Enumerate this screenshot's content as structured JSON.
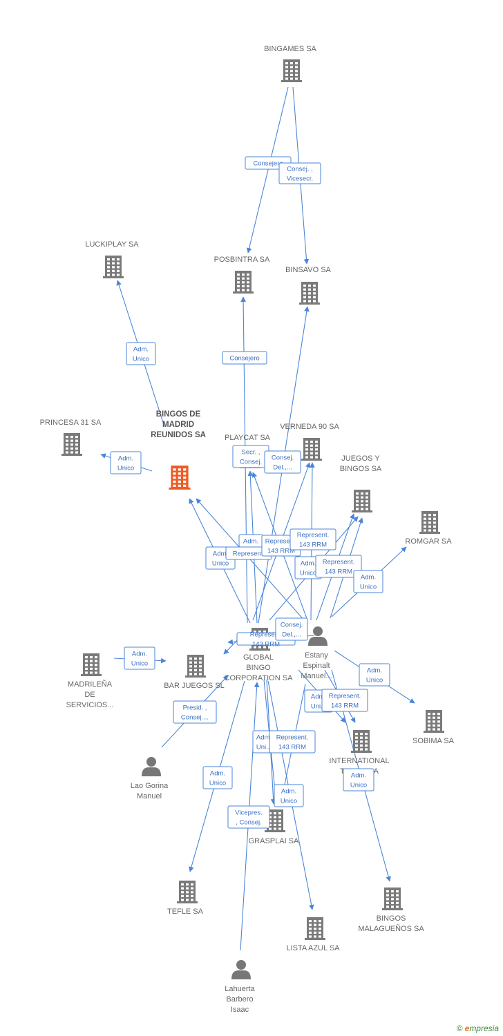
{
  "colors": {
    "edge": "#4a86d8",
    "building": "#7a7a7a",
    "main_building": "#f05a24",
    "person": "#777777"
  },
  "nodes": [
    {
      "id": "bingames",
      "type": "company",
      "label": [
        "BINGAMES SA"
      ]
    },
    {
      "id": "luckiplay",
      "type": "company",
      "label": [
        "LUCKIPLAY SA"
      ]
    },
    {
      "id": "posbintra",
      "type": "company",
      "label": [
        "POSBINTRA SA"
      ]
    },
    {
      "id": "binsavo",
      "type": "company",
      "label": [
        "BINSAVO SA"
      ]
    },
    {
      "id": "princesa",
      "type": "company",
      "label": [
        "PRINCESA 31 SA"
      ]
    },
    {
      "id": "bingos_madrid",
      "type": "main",
      "label": [
        "BINGOS DE",
        "MADRID",
        "REUNIDOS SA"
      ]
    },
    {
      "id": "playcat",
      "type": "company",
      "label": [
        "PLAYCAT SA"
      ]
    },
    {
      "id": "verneda",
      "type": "company",
      "label": [
        "VERNEDA 90 SA"
      ]
    },
    {
      "id": "juegos",
      "type": "company",
      "label": [
        "JUEGOS Y",
        "BINGOS SA"
      ]
    },
    {
      "id": "romgar",
      "type": "company",
      "label": [
        "ROMGAR SA"
      ]
    },
    {
      "id": "global",
      "type": "company",
      "label": [
        "GLOBAL",
        "BINGO",
        "CORPORATION SA"
      ]
    },
    {
      "id": "estany",
      "type": "person",
      "label": [
        "Estany",
        "Espinalt",
        "Manuel..."
      ]
    },
    {
      "id": "madrilena",
      "type": "company",
      "label": [
        "MADRILEÑA",
        "DE",
        "SERVICIOS..."
      ]
    },
    {
      "id": "bar_juegos",
      "type": "company",
      "label": [
        "BAR JUEGOS SL"
      ]
    },
    {
      "id": "sobima",
      "type": "company",
      "label": [
        "SOBIMA SA"
      ]
    },
    {
      "id": "lao",
      "type": "person",
      "label": [
        "Lao Gorina",
        "Manuel"
      ]
    },
    {
      "id": "international",
      "type": "company",
      "label": [
        "INTERNATIONAL",
        "TEC...Y SA"
      ]
    },
    {
      "id": "grasplai",
      "type": "company",
      "label": [
        "GRASPLAI SA"
      ]
    },
    {
      "id": "tefle",
      "type": "company",
      "label": [
        "TEFLE SA"
      ]
    },
    {
      "id": "bingos_malaguenos",
      "type": "company",
      "label": [
        "BINGOS",
        "MALAGUEÑOS SA"
      ]
    },
    {
      "id": "lista_azul",
      "type": "company",
      "label": [
        "LISTA AZUL SA"
      ]
    },
    {
      "id": "lahuerta",
      "type": "person",
      "label": [
        "Lahuerta",
        "Barbero",
        "Isaac"
      ]
    }
  ],
  "edges": [
    {
      "from": "bingames",
      "to": "posbintra",
      "label": [
        "Consejero"
      ]
    },
    {
      "from": "bingames",
      "to": "binsavo",
      "label": [
        "Consej. ,",
        "Vicesecr."
      ]
    },
    {
      "from": "bingos_madrid",
      "to": "luckiplay",
      "label": [
        "Adm.",
        "Unico"
      ]
    },
    {
      "from": "bingos_madrid",
      "to": "princesa",
      "label": [
        "Adm.",
        "Unico"
      ]
    },
    {
      "from": "global",
      "to": "posbintra",
      "label": [
        "Consejero"
      ]
    },
    {
      "from": "global",
      "to": "binsavo",
      "label": []
    },
    {
      "from": "global",
      "to": "playcat",
      "label": [
        "Secr. ,",
        "Consej."
      ]
    },
    {
      "from": "estany",
      "to": "playcat",
      "label": [
        "Consej.",
        "Del.,..."
      ]
    },
    {
      "from": "global",
      "to": "bingos_madrid",
      "label": [
        "Adm.",
        "Unico"
      ]
    },
    {
      "from": "estany",
      "to": "bingos_madrid",
      "label": [
        "Represent."
      ]
    },
    {
      "from": "global",
      "to": "verneda",
      "label": [
        "Adm."
      ]
    },
    {
      "from": "estany",
      "to": "verneda",
      "label": [
        "Represent.",
        "143 RRM"
      ]
    },
    {
      "from": "estany",
      "to": "juegos",
      "label": [
        "Represent.",
        "143 RRM"
      ]
    },
    {
      "from": "global",
      "to": "juegos",
      "label": [
        "Adm.",
        "Unico"
      ]
    },
    {
      "from": "estany",
      "to": "juegos",
      "label": [
        "Represent.",
        "143 RRM"
      ]
    },
    {
      "from": "global",
      "to": "romgar",
      "label": [
        "Adm.",
        "Unico"
      ]
    },
    {
      "from": "estany",
      "to": "global",
      "label": [
        "Represent.",
        "143 RRM"
      ]
    },
    {
      "from": "global",
      "to": "bar_juegos",
      "label": [
        "Consej.",
        "Del.,..."
      ]
    },
    {
      "from": "madrilena",
      "to": "bar_juegos",
      "label": [
        "Adm.",
        "Unico"
      ]
    },
    {
      "from": "lao",
      "to": "global",
      "label": [
        "Presid. ,",
        "Consej...."
      ]
    },
    {
      "from": "estany",
      "to": "sobima",
      "label": [
        "Adm.",
        "Unico"
      ]
    },
    {
      "from": "global",
      "to": "international",
      "label": [
        "Adm.",
        "Uni..."
      ]
    },
    {
      "from": "estany",
      "to": "international",
      "label": [
        "Represent.",
        "143 RRM"
      ]
    },
    {
      "from": "global",
      "to": "grasplai",
      "label": [
        "Adm.",
        "Uni..."
      ]
    },
    {
      "from": "estany",
      "to": "grasplai",
      "label": [
        "Represent.",
        "143 RRM"
      ]
    },
    {
      "from": "global",
      "to": "grasplai",
      "label": [
        "Adm.",
        "Unico"
      ]
    },
    {
      "from": "global",
      "to": "tefle",
      "label": [
        "Adm.",
        "Unico"
      ]
    },
    {
      "from": "global",
      "to": "bingos_malaguenos",
      "label": [
        "Adm.",
        "Unico"
      ]
    },
    {
      "from": "global",
      "to": "lista_azul",
      "label": []
    },
    {
      "from": "lahuerta",
      "to": "global",
      "label": [
        "Vicepres.",
        ", Consej."
      ]
    }
  ],
  "footer": {
    "copyright": "©",
    "brand_initial": "e",
    "brand_rest": "mpresia"
  }
}
